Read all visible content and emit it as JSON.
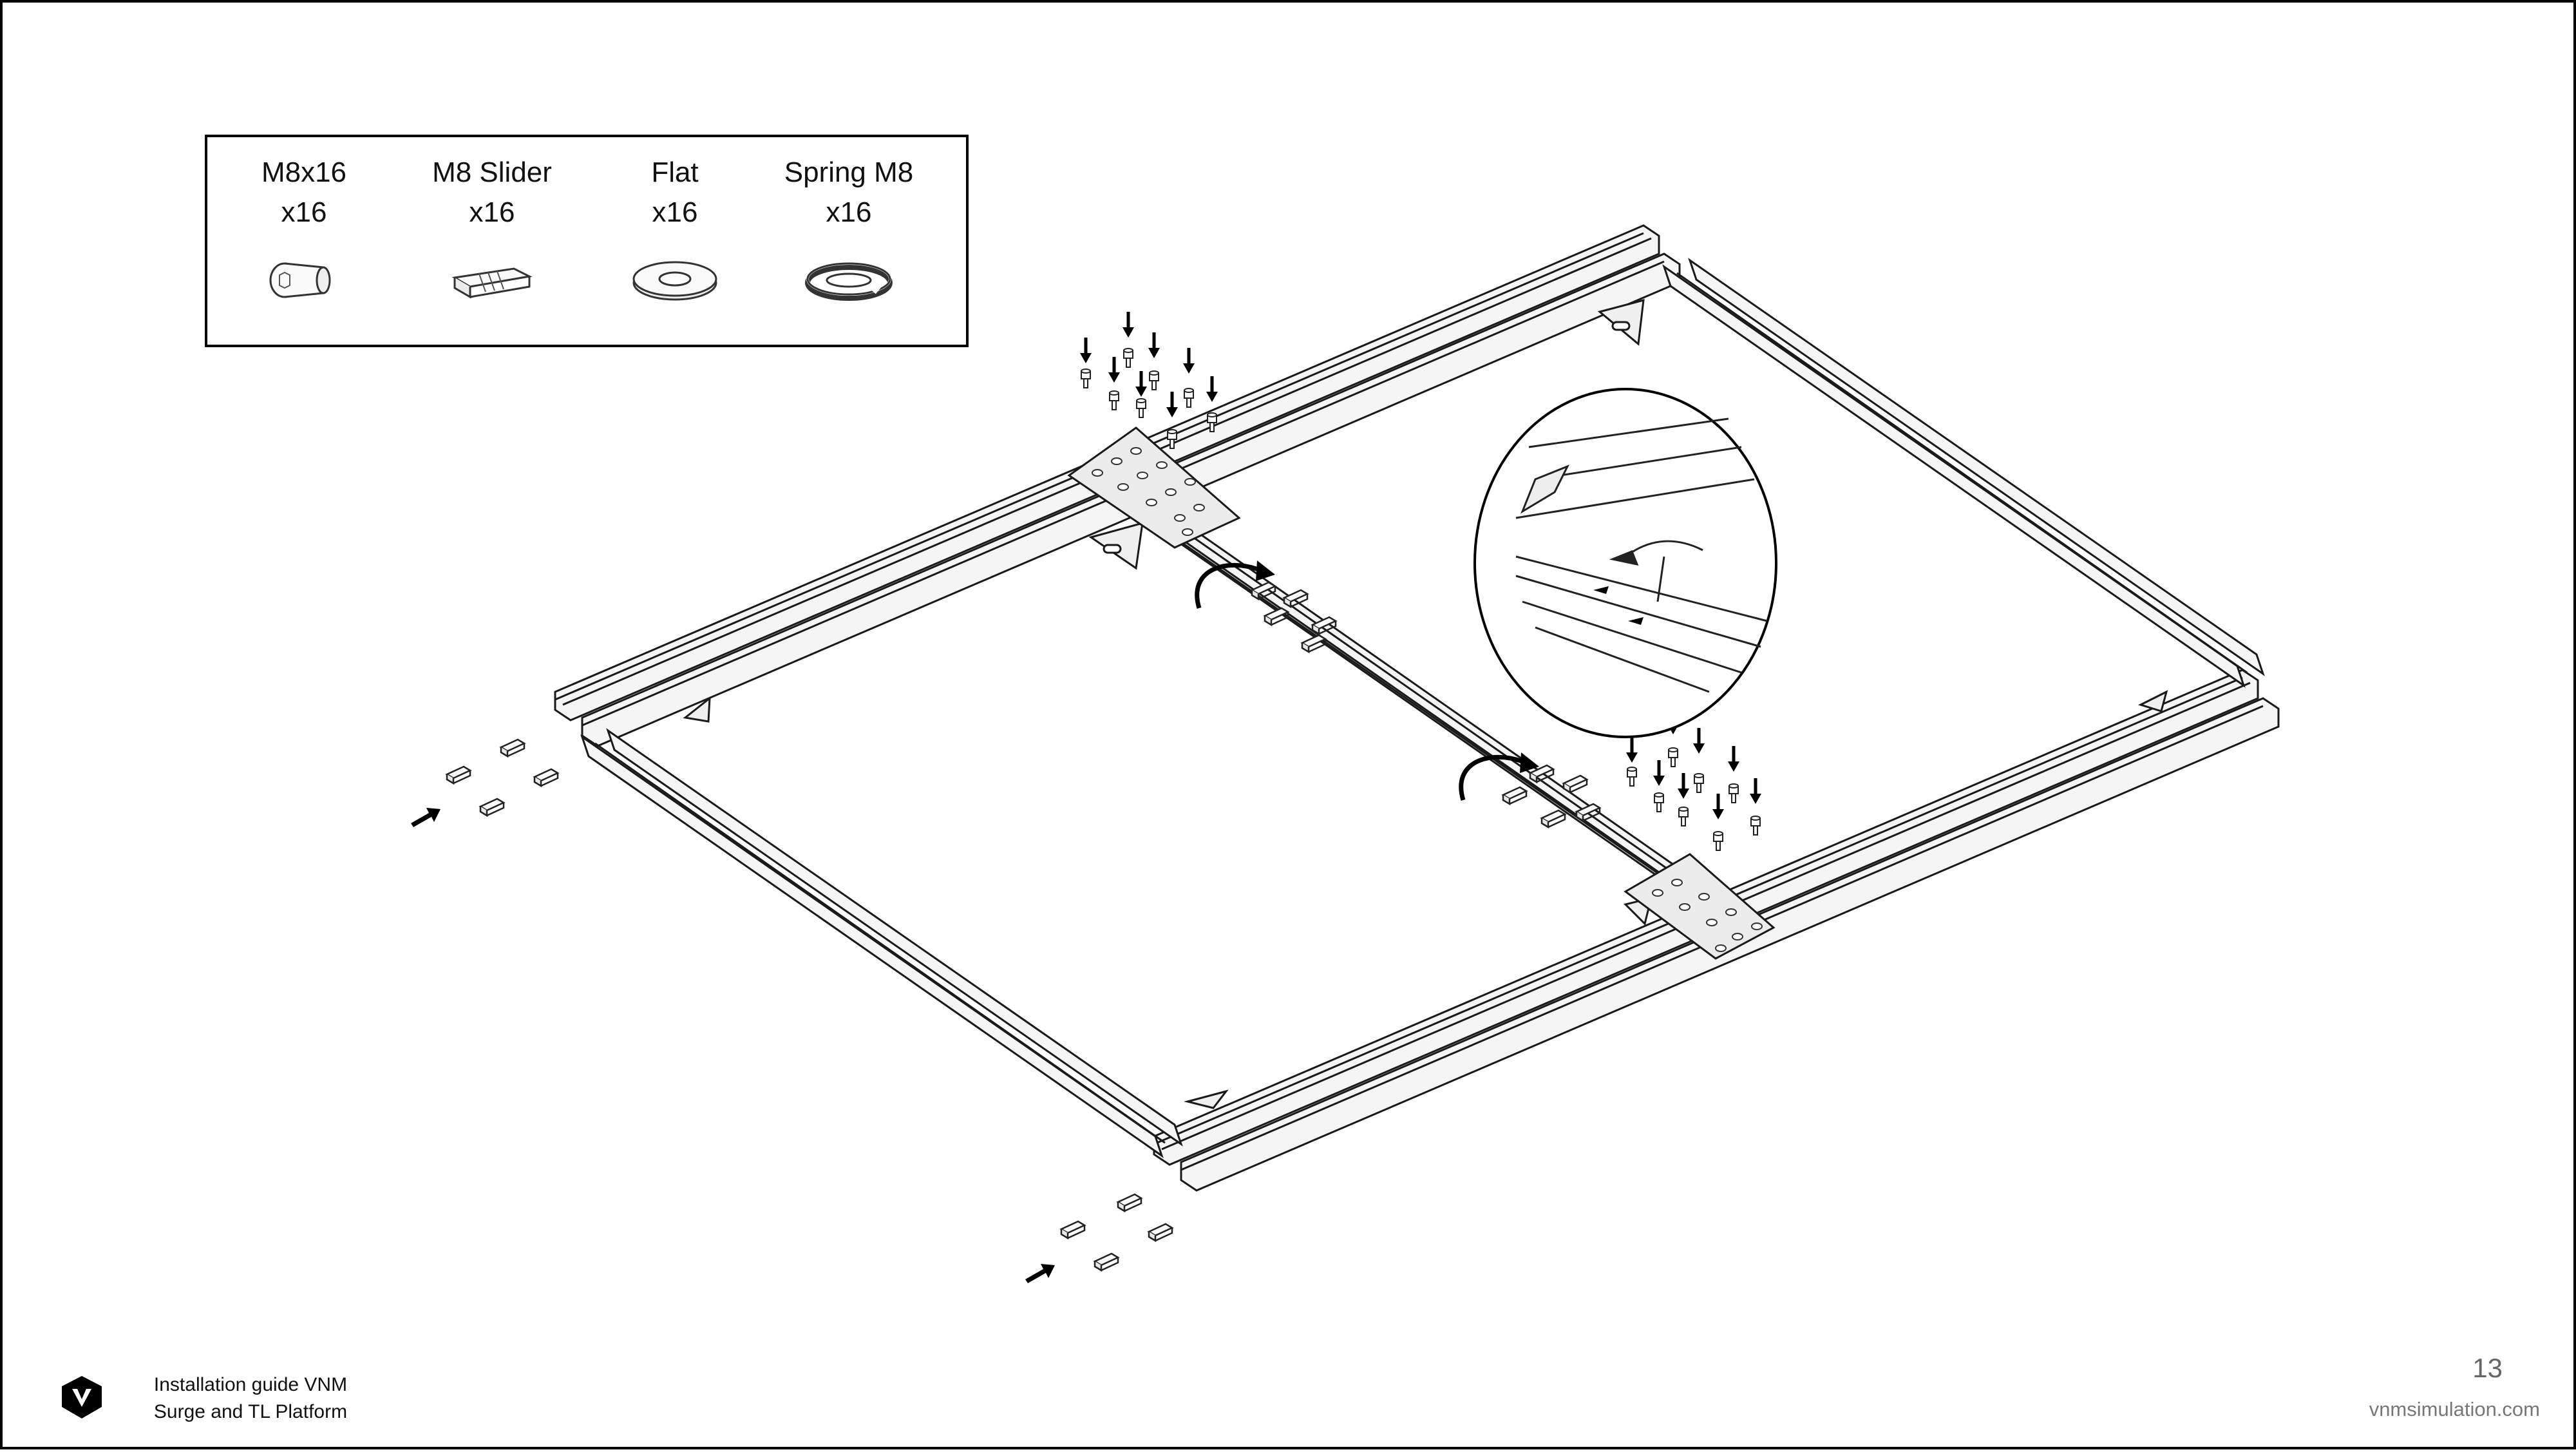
{
  "parts": [
    {
      "name": "M8x16",
      "qty": "x16",
      "icon": "bolt-icon"
    },
    {
      "name": "M8 Slider",
      "qty": "x16",
      "icon": "t-slot-nut-icon"
    },
    {
      "name": "Flat",
      "qty": "x16",
      "icon": "flat-washer-icon"
    },
    {
      "name": "Spring M8",
      "qty": "x16",
      "icon": "spring-washer-icon"
    }
  ],
  "footer": {
    "title_line1": "Installation guide VNM",
    "title_line2": "Surge and TL Platform",
    "page_number": "13",
    "website": "vnmsimulation.com",
    "logo_icon": "vnm-logo-icon"
  },
  "colors": {
    "line": "#1a1a1a",
    "profile_fill": "#f4f4f4",
    "plate_fill": "#e9e9e9"
  }
}
